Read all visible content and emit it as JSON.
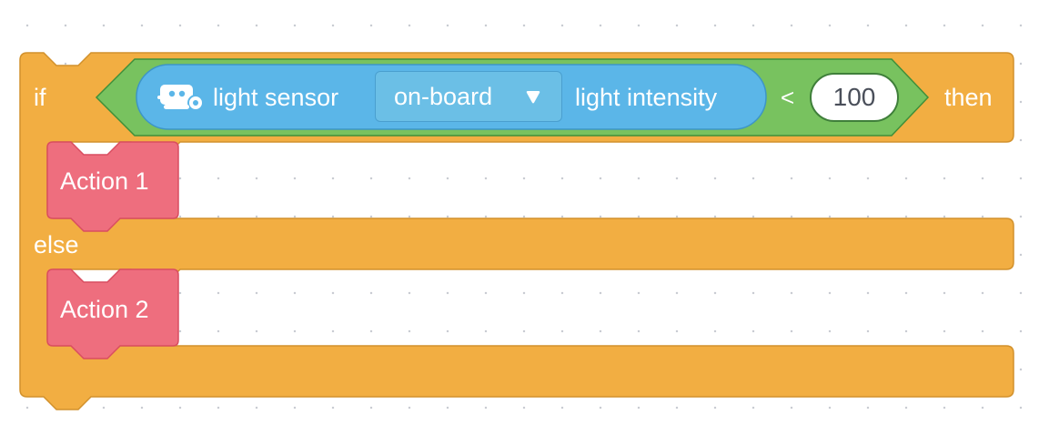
{
  "if_block": {
    "if_label": "if",
    "then_label": "then",
    "else_label": "else"
  },
  "condition": {
    "operator": "<",
    "sensor": {
      "icon": "robot-icon",
      "label": "light sensor",
      "port_dropdown": "on-board",
      "measure_label": "light intensity"
    },
    "threshold": "100"
  },
  "then_actions": [
    {
      "label": "Action 1"
    }
  ],
  "else_actions": [
    {
      "label": "Action 2"
    }
  ],
  "colors": {
    "control_block": "#f2ae42",
    "control_border": "#d2912c",
    "operator_block": "#78c25f",
    "operator_border": "#3f8f3a",
    "sensor_block": "#5bb6e8",
    "sensor_border": "#3d95c7",
    "action_block": "#ee6e7e",
    "action_border": "#d94d60",
    "input_text": "#4a4f5a"
  }
}
